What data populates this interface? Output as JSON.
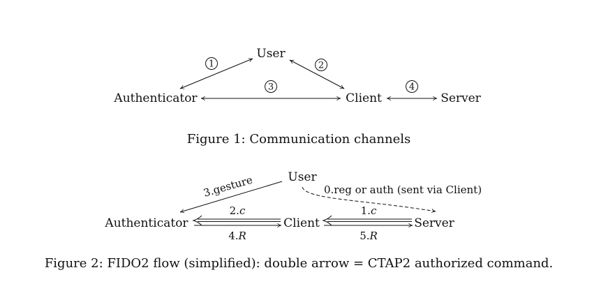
{
  "figure1": {
    "nodes": {
      "user": "User",
      "authenticator": "Authenticator",
      "client": "Client",
      "server": "Server"
    },
    "channel_labels": {
      "auth_user": "1",
      "client_user": "2",
      "auth_client": "3",
      "client_server": "4"
    },
    "caption": "Figure 1: Communication channels"
  },
  "figure2": {
    "nodes": {
      "user": "User",
      "authenticator": "Authenticator",
      "client": "Client",
      "server": "Server"
    },
    "edge_labels": {
      "gesture": "3.gesture",
      "reg_auth": "0.reg or auth (sent via Client)",
      "c_client_auth": "2.",
      "c_client_auth_var": "c",
      "r_auth_client": "4.",
      "r_auth_client_var": "R",
      "c_server_client": "1.",
      "c_server_client_var": "c",
      "r_client_server": "5.",
      "r_client_server_var": "R"
    },
    "caption": "Figure 2: FIDO2 flow (simplified): double arrow = CTAP2 authorized command."
  }
}
